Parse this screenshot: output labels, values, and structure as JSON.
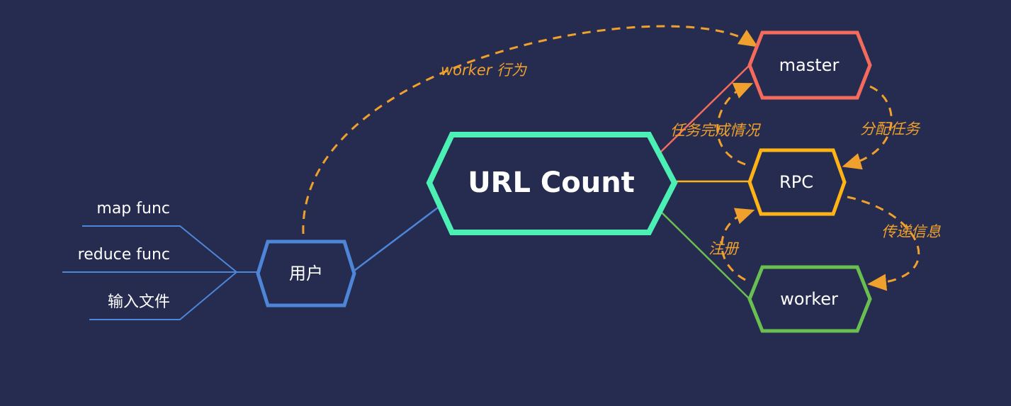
{
  "colors": {
    "background": "#252c4f",
    "center": "#4cf0b4",
    "user": "#4d86d9",
    "master": "#f46b5d",
    "rpc": "#ffb315",
    "worker": "#69bf4f",
    "dashed": "#f0a02c"
  },
  "center": {
    "label": "URL Count"
  },
  "user": {
    "label": "用户",
    "inputs": [
      "map func",
      "reduce func",
      "输入文件"
    ]
  },
  "master": {
    "label": "master"
  },
  "rpc": {
    "label": "RPC"
  },
  "worker": {
    "label": "worker"
  },
  "edges": {
    "worker_behavior": "worker 行为",
    "task_status": "任务完成情况",
    "assign_task": "分配任务",
    "pass_info": "传递信息",
    "register": "注册"
  }
}
